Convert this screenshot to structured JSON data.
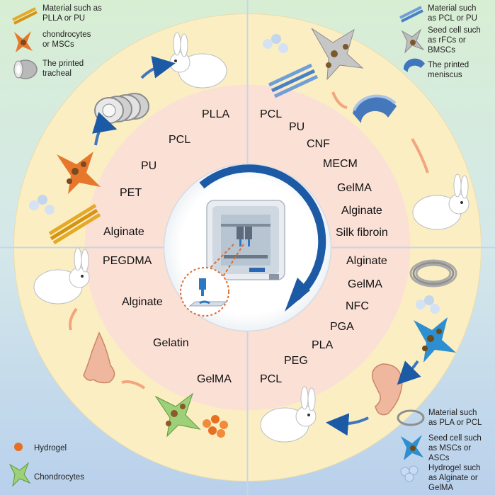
{
  "legend_top_left": {
    "items": [
      {
        "label_line1": "Material such as",
        "label_line2": "PLLA or PU",
        "icon": "yellow-fiber-bundle-icon"
      },
      {
        "label_line1": "chondrocytes",
        "label_line2": "or MSCs",
        "icon": "orange-cell-icon"
      },
      {
        "label_line1": "The printed",
        "label_line2": "tracheal",
        "icon": "printed-trachea-icon"
      }
    ]
  },
  "legend_top_right": {
    "items": [
      {
        "label_lines": [
          "Material such",
          "as PCL or PU"
        ],
        "icon": "blue-fiber-bundle-icon"
      },
      {
        "label_lines": [
          "Seed cell such",
          "as rFCs or",
          "BMSCs"
        ],
        "icon": "gray-cell-icon"
      },
      {
        "label_lines": [
          "The printed",
          "meniscus"
        ],
        "icon": "printed-meniscus-icon"
      }
    ]
  },
  "legend_bottom_left": {
    "items": [
      {
        "label": "Hydrogel",
        "icon": "orange-hydrogel-icon"
      },
      {
        "label": "Chondrocytes",
        "icon": "green-cell-icon"
      }
    ]
  },
  "legend_bottom_right": {
    "items": [
      {
        "label_lines": [
          "Material such",
          "as PLA or PCL"
        ],
        "icon": "gray-fiber-coil-icon"
      },
      {
        "label_lines": [
          "Seed cell such",
          "as MSCs or",
          "ASCs"
        ],
        "icon": "blue-cell-icon"
      },
      {
        "label_lines": [
          "Hydrogel such",
          "as Alginate or",
          "GelMA"
        ],
        "icon": "blue-hydrogel-icon"
      }
    ]
  },
  "quadrants": {
    "top_left": [
      "PLLA",
      "PCL",
      "PU",
      "PET",
      "Alginate"
    ],
    "top_right": [
      "PCL",
      "PU",
      "CNF",
      "MECM",
      "GelMA",
      "Alginate",
      "Silk fibroin"
    ],
    "bottom_left": [
      "PEGDMA",
      "Alginate",
      "Gelatin",
      "GelMA"
    ],
    "bottom_right": [
      "Alginate",
      "GelMA",
      "NFC",
      "PGA",
      "PLA",
      "PEG",
      "PCL"
    ]
  },
  "colors": {
    "bg_top_left": "#d6ecd4",
    "bg_top_right": "#d9ecf1",
    "bg_bottom": "#c6d8ec",
    "outer_ring": "#fbeec2",
    "inner_ring": "#fbe0d6",
    "center": "#ffffff",
    "arrow_blue": "#1c5aa6",
    "divider": "#c5d4e4"
  }
}
